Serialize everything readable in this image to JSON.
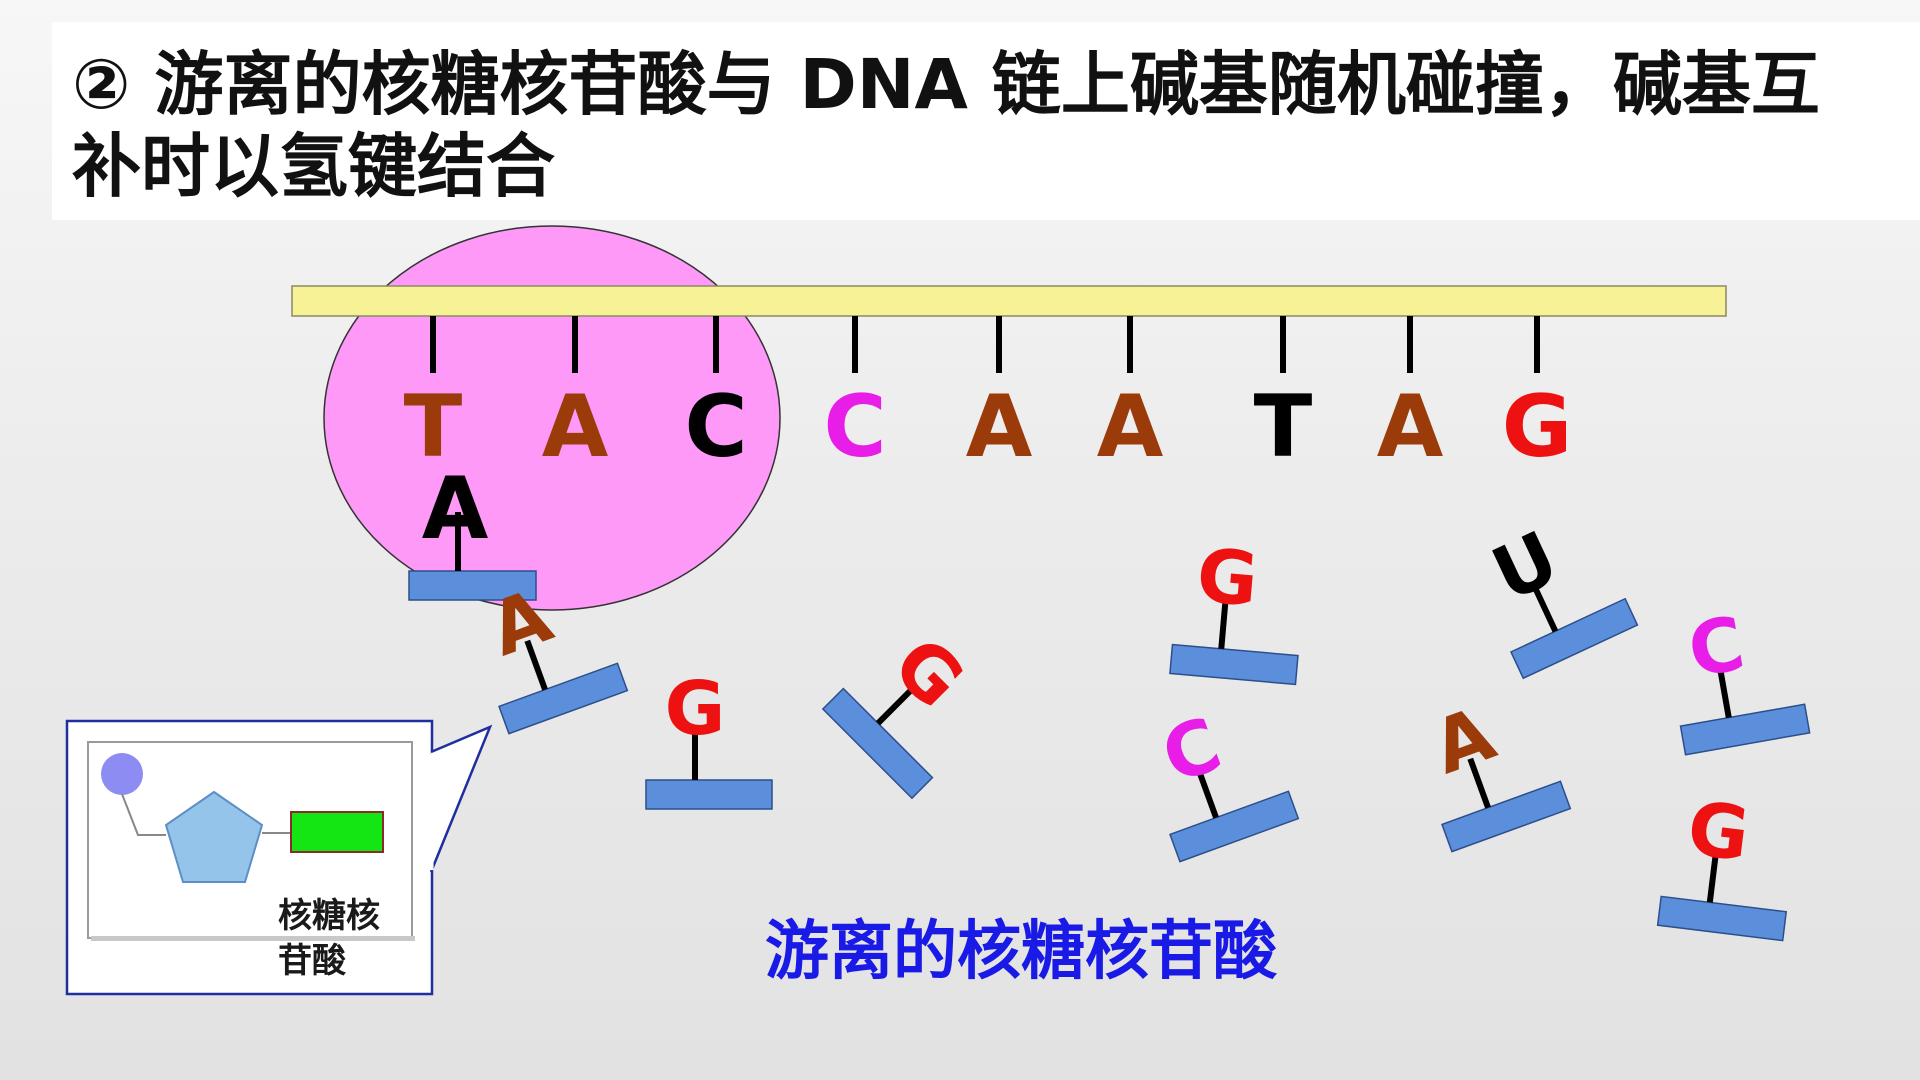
{
  "title": "② 游离的核糖核苷酸与 DNA 链上碱基随机碰撞，碱基互补时以氢键结合",
  "caption": "游离的核糖核苷酸",
  "inset": {
    "label_line1": "核糖核",
    "label_line2": "苷酸"
  },
  "colors": {
    "strand": "#f7f296",
    "enzyme": "#fe99f8",
    "nucleotide": "#5b8fdc",
    "T": "#9c3b0a",
    "A": "#9c3b0a",
    "C": "#e81de8",
    "G": "#ee1111",
    "U": "#000000",
    "A_bound": "#000000",
    "caption": "#1a1ae6"
  },
  "dna_bases": [
    "T",
    "A",
    "C",
    "C",
    "A",
    "A",
    "T",
    "A",
    "G"
  ],
  "dna_base_colors": [
    "#9c3b0a",
    "#9c3b0a",
    "#000000",
    "#e81de8",
    "#9c3b0a",
    "#9c3b0a",
    "#000000",
    "#9c3b0a",
    "#ee1111"
  ],
  "paired_base": {
    "letter": "A",
    "color": "#000000"
  },
  "free_nucleotides": [
    {
      "letter": "A",
      "color": "#9c3b0a"
    },
    {
      "letter": "G",
      "color": "#ee1111"
    },
    {
      "letter": "G",
      "color": "#ee1111"
    },
    {
      "letter": "G",
      "color": "#ee1111"
    },
    {
      "letter": "C",
      "color": "#e81de8"
    },
    {
      "letter": "U",
      "color": "#000000"
    },
    {
      "letter": "A",
      "color": "#9c3b0a"
    },
    {
      "letter": "C",
      "color": "#e81de8"
    },
    {
      "letter": "G",
      "color": "#ee1111"
    }
  ]
}
